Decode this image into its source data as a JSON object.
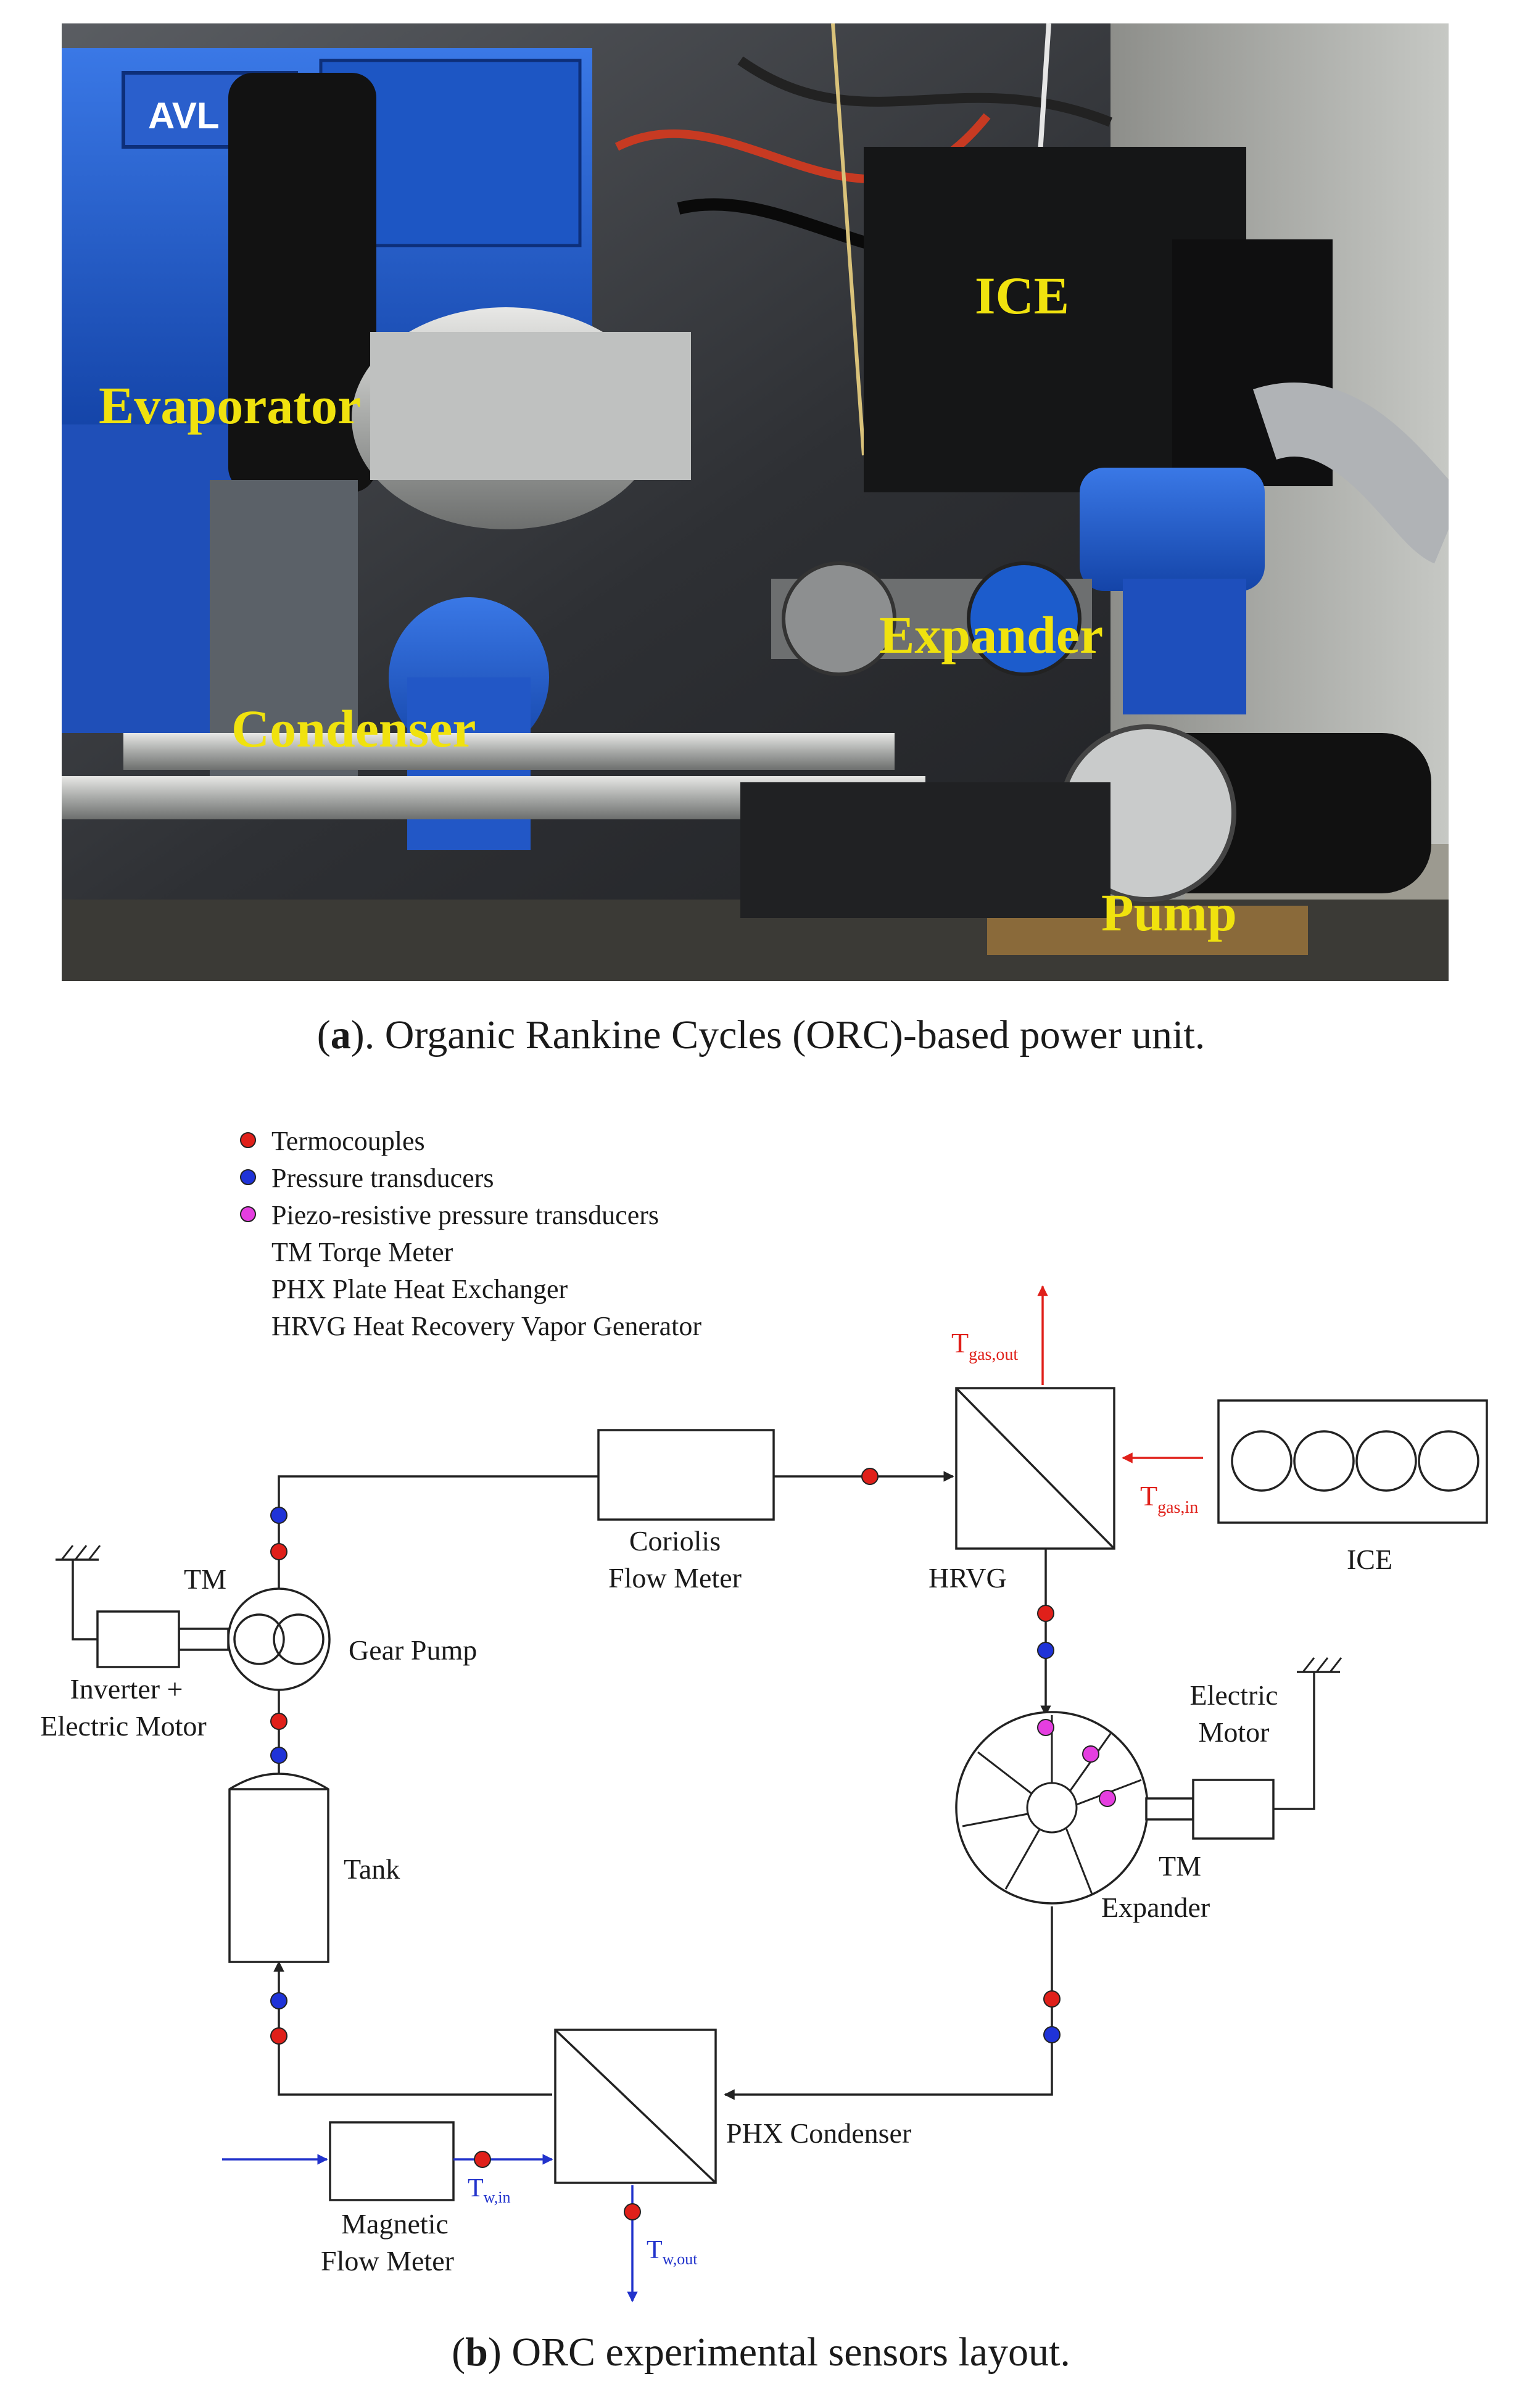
{
  "photo": {
    "labels": {
      "evaporator": "Evaporator",
      "ice": "ICE",
      "condenser": "Condenser",
      "expander": "Expander",
      "pump": "Pump"
    },
    "avl_logo": "AVL"
  },
  "caption_a": {
    "prefix": "(",
    "letter": "a",
    "text": "). Organic Rankine Cycles (ORC)-based power unit."
  },
  "legend": {
    "items": [
      {
        "color": "#e0201a",
        "label": "Termocouples"
      },
      {
        "color": "#1f33d8",
        "label": "Pressure transducers"
      },
      {
        "color": "#e53ee0",
        "label": "Piezo-resistive pressure transducers"
      }
    ],
    "notes": [
      "TM Torqe Meter",
      "PHX Plate Heat Exchanger",
      "HRVG Heat Recovery Vapor Generator"
    ]
  },
  "diagram": {
    "coriolis_line1": "Coriolis",
    "coriolis_line2": "Flow Meter",
    "hrvg": "HRVG",
    "ice": "ICE",
    "t_gas_out_main": "T",
    "t_gas_out_sub": "gas,out",
    "t_gas_in_main": "T",
    "t_gas_in_sub": "gas,in",
    "tm_left": "TM",
    "inverter_line1": "Inverter +",
    "inverter_line2": "Electric Motor",
    "gear_pump": "Gear Pump",
    "tank": "Tank",
    "electric_motor_line1": "Electric",
    "electric_motor_line2": "Motor",
    "tm_right": "TM",
    "expander": "Expander",
    "phx_condenser": "PHX Condenser",
    "magnetic_line1": "Magnetic",
    "magnetic_line2": "Flow Meter",
    "t_w_in_main": "T",
    "t_w_in_sub": "w,in",
    "t_w_out_main": "T",
    "t_w_out_sub": "w,out"
  },
  "caption_b": {
    "prefix": "(",
    "letter": "b",
    "text": ") ORC experimental sensors layout."
  },
  "colors": {
    "thermocouple": "#e0201a",
    "pressure": "#1f33d8",
    "piezo": "#e53ee0",
    "gas_label": "#e0201a",
    "water_label": "#2233cc",
    "photo_label": "#f0e20e"
  }
}
